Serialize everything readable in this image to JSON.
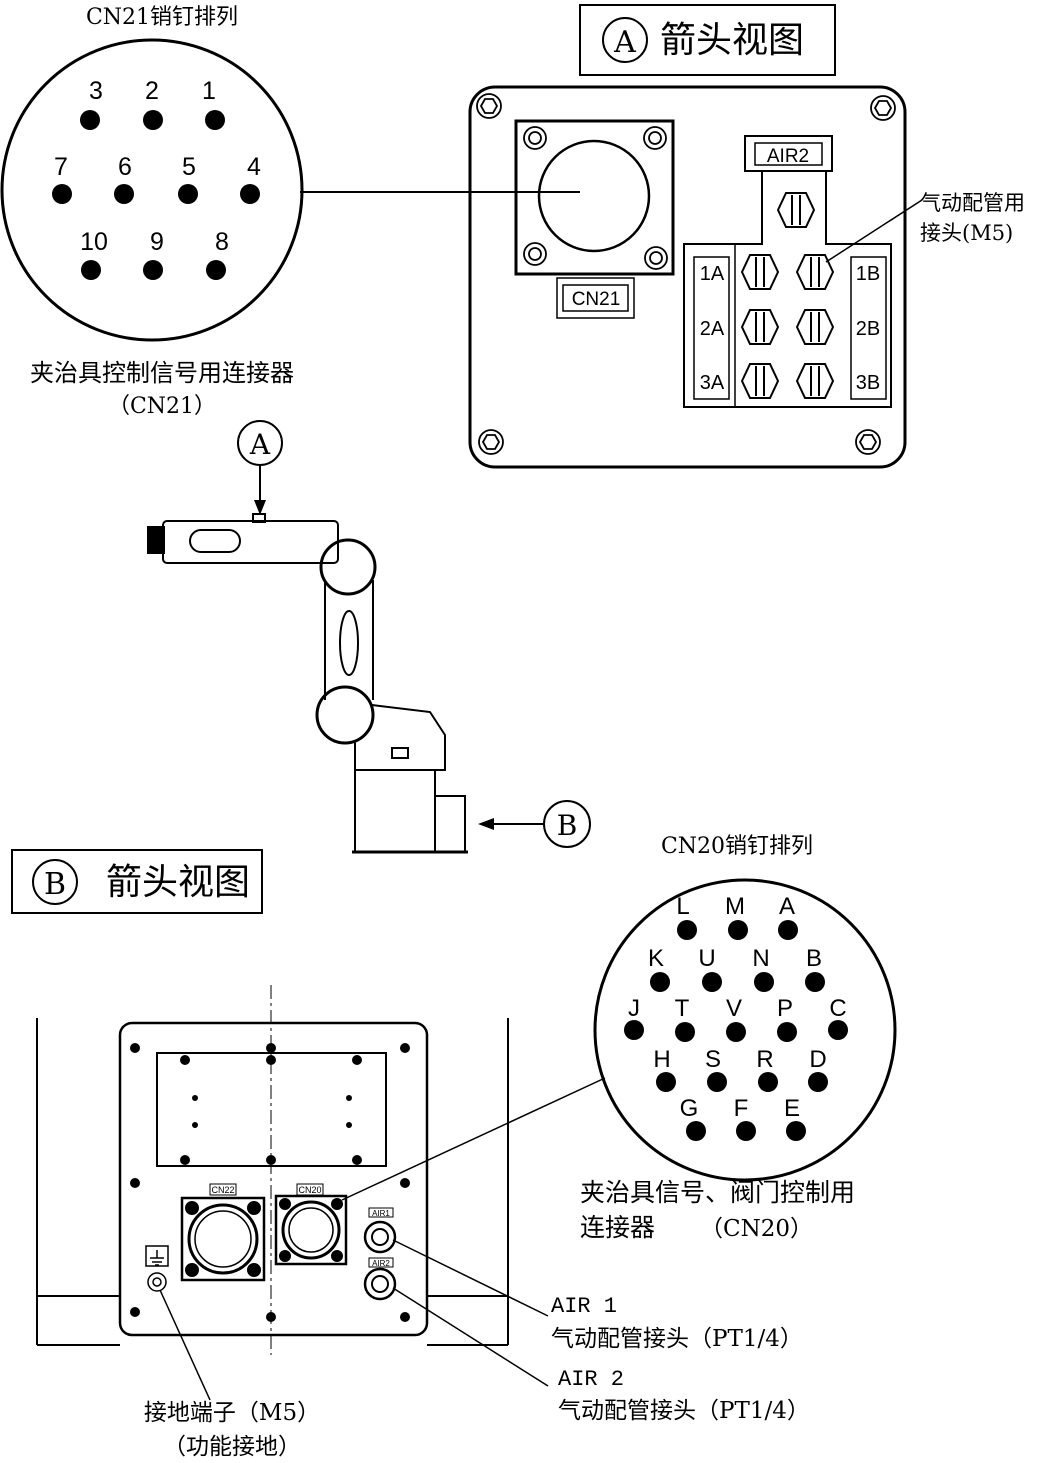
{
  "cn21_pinout": {
    "title": "CN21销钉排列",
    "pins": [
      "1",
      "2",
      "3",
      "4",
      "5",
      "6",
      "7",
      "8",
      "9",
      "10"
    ],
    "caption_line1": "夹治具控制信号用连接器",
    "caption_line2": "（CN21）"
  },
  "view_a": {
    "marker": "A",
    "title": "箭头视图",
    "connector_label": "CN21",
    "air2_label": "AIR2",
    "port_labels_left": [
      "1A",
      "2A",
      "3A"
    ],
    "port_labels_right": [
      "1B",
      "2B",
      "3B"
    ],
    "fitting_label_line1": "气动配管用",
    "fitting_label_line2": "接头(M5)"
  },
  "robot": {
    "marker_a": "A",
    "marker_b": "B"
  },
  "view_b": {
    "marker": "B",
    "title": "箭头视图",
    "cn22_label": "CN22",
    "cn20_label": "CN20",
    "air1_small": "AIR1",
    "air2_small": "AIR2",
    "air1_label": "AIR 1",
    "air1_desc": "气动配管接头（PT1/4）",
    "air2_label": "AIR 2",
    "air2_desc": "气动配管接头（PT1/4）",
    "ground_label_line1": "接地端子（M5）",
    "ground_label_line2": "（功能接地）"
  },
  "cn20_pinout": {
    "title": "CN20销钉排列",
    "pins": [
      "A",
      "B",
      "C",
      "D",
      "E",
      "F",
      "G",
      "H",
      "J",
      "K",
      "L",
      "M",
      "N",
      "P",
      "R",
      "S",
      "T",
      "U",
      "V"
    ],
    "caption_line1": "夹治具信号、阀门控制用",
    "caption_line2": "连接器",
    "caption_line2_code": "（CN20）"
  }
}
